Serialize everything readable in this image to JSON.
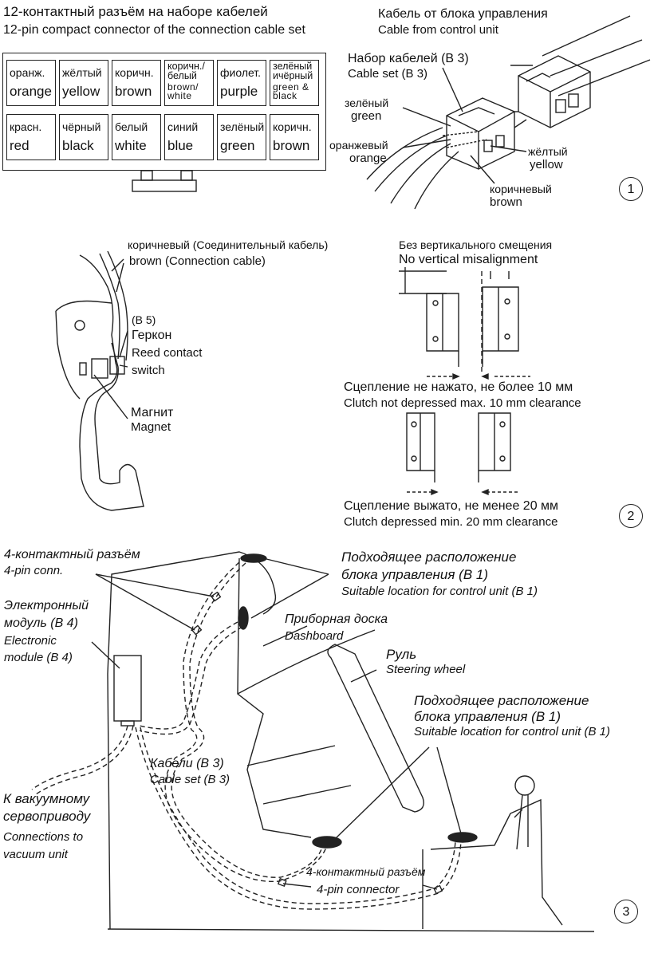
{
  "section1": {
    "title_ru": "12-контактный разъём на наборе кабелей",
    "title_en": "12-pin compact connector of the connection cable set",
    "pins_row1": [
      {
        "ru": "оранж.",
        "en": "orange"
      },
      {
        "ru": "жёлтый",
        "en": "yellow"
      },
      {
        "ru": "коричн.",
        "en": "brown"
      },
      {
        "ru": "коричн./ белый",
        "en": "brown/ white"
      },
      {
        "ru": "фиолет.",
        "en": "purple"
      },
      {
        "ru": "зелёный ичёрный",
        "en": "green & black"
      }
    ],
    "pins_row2": [
      {
        "ru": "красн.",
        "en": "red"
      },
      {
        "ru": "чёрный",
        "en": "black"
      },
      {
        "ru": "белый",
        "en": "white"
      },
      {
        "ru": "синий",
        "en": "blue"
      },
      {
        "ru": "зелёный",
        "en": "green"
      },
      {
        "ru": "коричн.",
        "en": "brown"
      }
    ],
    "cable_from_ru": "Кабель от блока управления",
    "cable_from_en": "Cable from control unit",
    "cable_set_ru": "Набор кабелей (В 3)",
    "cable_set_en": "Cable set (B 3)",
    "green_ru": "зелёный",
    "green_en": "green",
    "orange_ru": "оранжевый",
    "orange_en": "orange",
    "yellow_ru": "жёлтый",
    "yellow_en": "yellow",
    "brown_ru": "коричневый",
    "brown_en": "brown",
    "figure_number": "1"
  },
  "section2": {
    "brown_cable_ru": "коричневый (Соединительный кабель)",
    "brown_cable_en": "brown (Connection cable)",
    "b5": "(B 5)",
    "reed_ru": "Геркон",
    "reed_en_1": "Reed contact",
    "reed_en_2": "switch",
    "magnet_ru": "Магнит",
    "magnet_en": "Magnet",
    "no_misalign_ru": "Без вертикального смещения",
    "no_misalign_en": "No vertical misalignment",
    "not_depressed_ru": "Сцепление не нажато, не более 10 мм",
    "not_depressed_en": "Clutch not depressed max. 10 mm clearance",
    "depressed_ru": "Сцепление выжато, не менее 20 мм",
    "depressed_en": "Clutch depressed min. 20 mm clearance",
    "figure_number": "2"
  },
  "section3": {
    "conn4_top_ru": "4-контактный разъём",
    "conn4_top_en": "4-pin conn.",
    "module_ru_1": "Электронный",
    "module_ru_2": "модуль (В 4)",
    "module_en_1": "Electronic",
    "module_en_2": "module (B 4)",
    "location1_ru_1": "Подходящее расположение",
    "location1_ru_2": "блока управления (В 1)",
    "location1_en": "Suitable location for control unit (B 1)",
    "dashboard_ru": "Приборная доска",
    "dashboard_en": "Dashboard",
    "wheel_ru": "Руль",
    "wheel_en": "Steering wheel",
    "location2_ru_1": "Подходящее расположение",
    "location2_ru_2": "блока управления (В 1)",
    "location2_en": "Suitable location for control unit (B 1)",
    "cables_ru": "Кабели (В 3)",
    "cables_en": "Cable set (B 3)",
    "vacuum_ru_1": "К вакуумному",
    "vacuum_ru_2": "сервоприводу",
    "vacuum_en_1": "Connections to",
    "vacuum_en_2": "vacuum unit",
    "conn4_bottom_ru": "4-контактный разъём",
    "conn4_bottom_en": "4-pin connector",
    "figure_number": "3"
  }
}
